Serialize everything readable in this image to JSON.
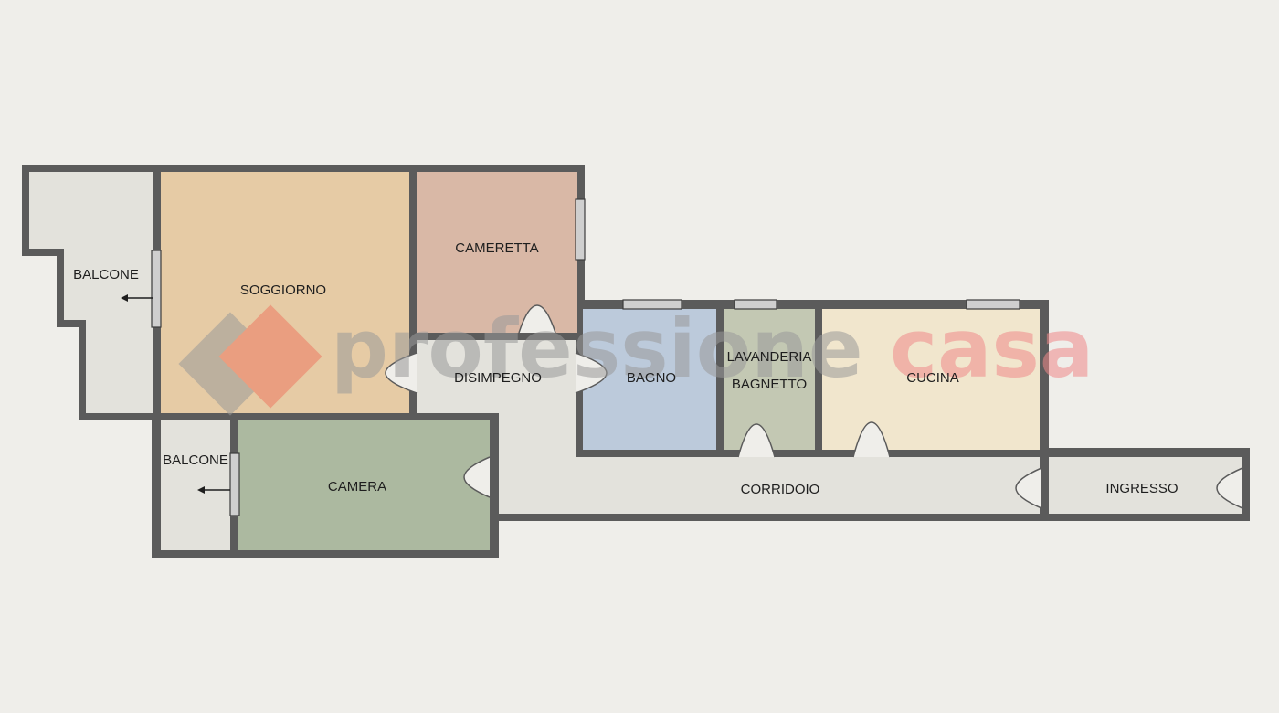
{
  "rooms": {
    "balcone_left": {
      "label": "BALCONE",
      "color": "#e3e2dc"
    },
    "soggiorno": {
      "label": "SOGGIORNO",
      "color": "#e6cba5"
    },
    "cameretta": {
      "label": "CAMERETTA",
      "color": "#d9b8a6"
    },
    "disimpegno": {
      "label": "DISIMPEGNO",
      "color": "#e3e2dc"
    },
    "bagno": {
      "label": "BAGNO",
      "color": "#bccadb"
    },
    "lavanderia": {
      "label": "LAVANDERIA",
      "label2": "BAGNETTO",
      "color": "#c3c8b3"
    },
    "cucina": {
      "label": "CUCINA",
      "color": "#f1e6cd"
    },
    "balcone_bottom": {
      "label": "BALCONE",
      "color": "#e3e2dc"
    },
    "camera": {
      "label": "CAMERA",
      "color": "#acb9a0"
    },
    "corridoio": {
      "label": "CORRIDOIO",
      "color": "#e3e2dc"
    },
    "ingresso": {
      "label": "INGRESSO",
      "color": "#e3e2dc"
    }
  },
  "watermark": {
    "word1": "professione",
    "word2": "casa",
    "color1": "#9a9a9a",
    "color2": "#f08a8a",
    "logo_color_back": "#9a9a9a",
    "logo_color_front": "#ef7a62"
  },
  "wall_color": "#5b5b5b"
}
